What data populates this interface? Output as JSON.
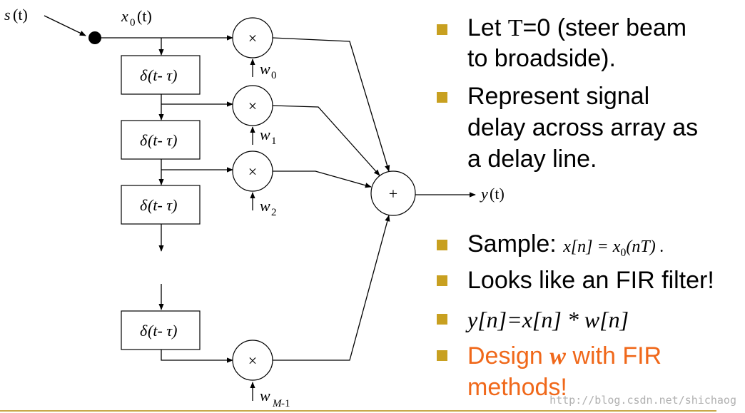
{
  "diagram": {
    "input_label_s": "s",
    "input_label_x0": "x",
    "x0_subscript": "0",
    "delay_label_delta": "δ",
    "delay_label_body": "(t- τ)",
    "multiply_symbol": "×",
    "sum_symbol": "+",
    "output_label": "y",
    "t_arg": "(t)",
    "weights": [
      {
        "base": "w",
        "sub": "0"
      },
      {
        "base": "w",
        "sub": "1"
      },
      {
        "base": "w",
        "sub": "2"
      },
      {
        "base": "w",
        "sub": "M",
        "sub2": "-1"
      }
    ]
  },
  "bullets": [
    {
      "text_line1": "Let ",
      "tau": "T",
      "text_line1_rest": "=0 (steer beam",
      "text_line2": "to broadside)."
    },
    {
      "line1": "Represent signal",
      "line2": "delay across array as",
      "line3": "a delay line."
    },
    {
      "prefix": "Sample: ",
      "formula": "x[n] = x",
      "formula_sub": "0",
      "formula_rest": "(nT) ."
    },
    {
      "text": "Looks like an FIR filter!"
    },
    {
      "formula": "y[n]=x[n] * w[n]"
    },
    {
      "line1_a": "Design ",
      "line1_w": "w",
      "line1_b": " with FIR",
      "line2": "methods!"
    }
  ],
  "watermark": "http://blog.csdn.net/shichaog",
  "colors": {
    "bullet": "#c8a020",
    "accent_orange": "#f0681a",
    "rule": "#c8a84a",
    "watermark": "#b0b0b0"
  }
}
